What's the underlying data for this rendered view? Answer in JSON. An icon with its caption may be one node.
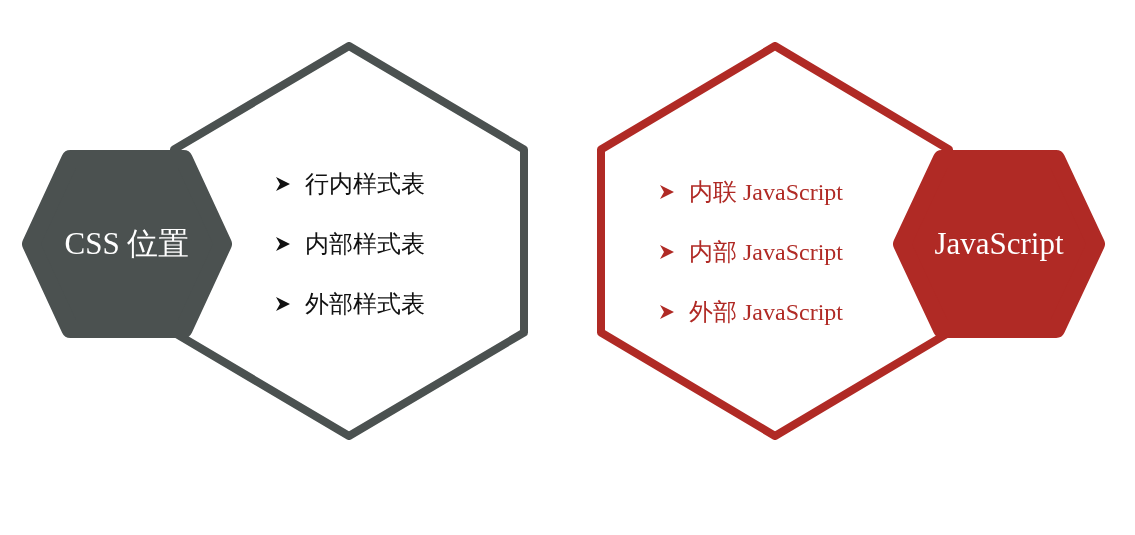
{
  "diagram": {
    "nodes": [
      {
        "text": [
          "CSS 位置"
        ]
      },
      {
        "text": [
          "行内样式表",
          "内部样式表",
          "外部样式表"
        ]
      },
      {
        "text": [
          "内联 JavaScript",
          "内部 JavaScript",
          "外部 JavaScript"
        ]
      },
      {
        "text": [
          "JavaScript"
        ]
      }
    ],
    "edges": []
  }
}
